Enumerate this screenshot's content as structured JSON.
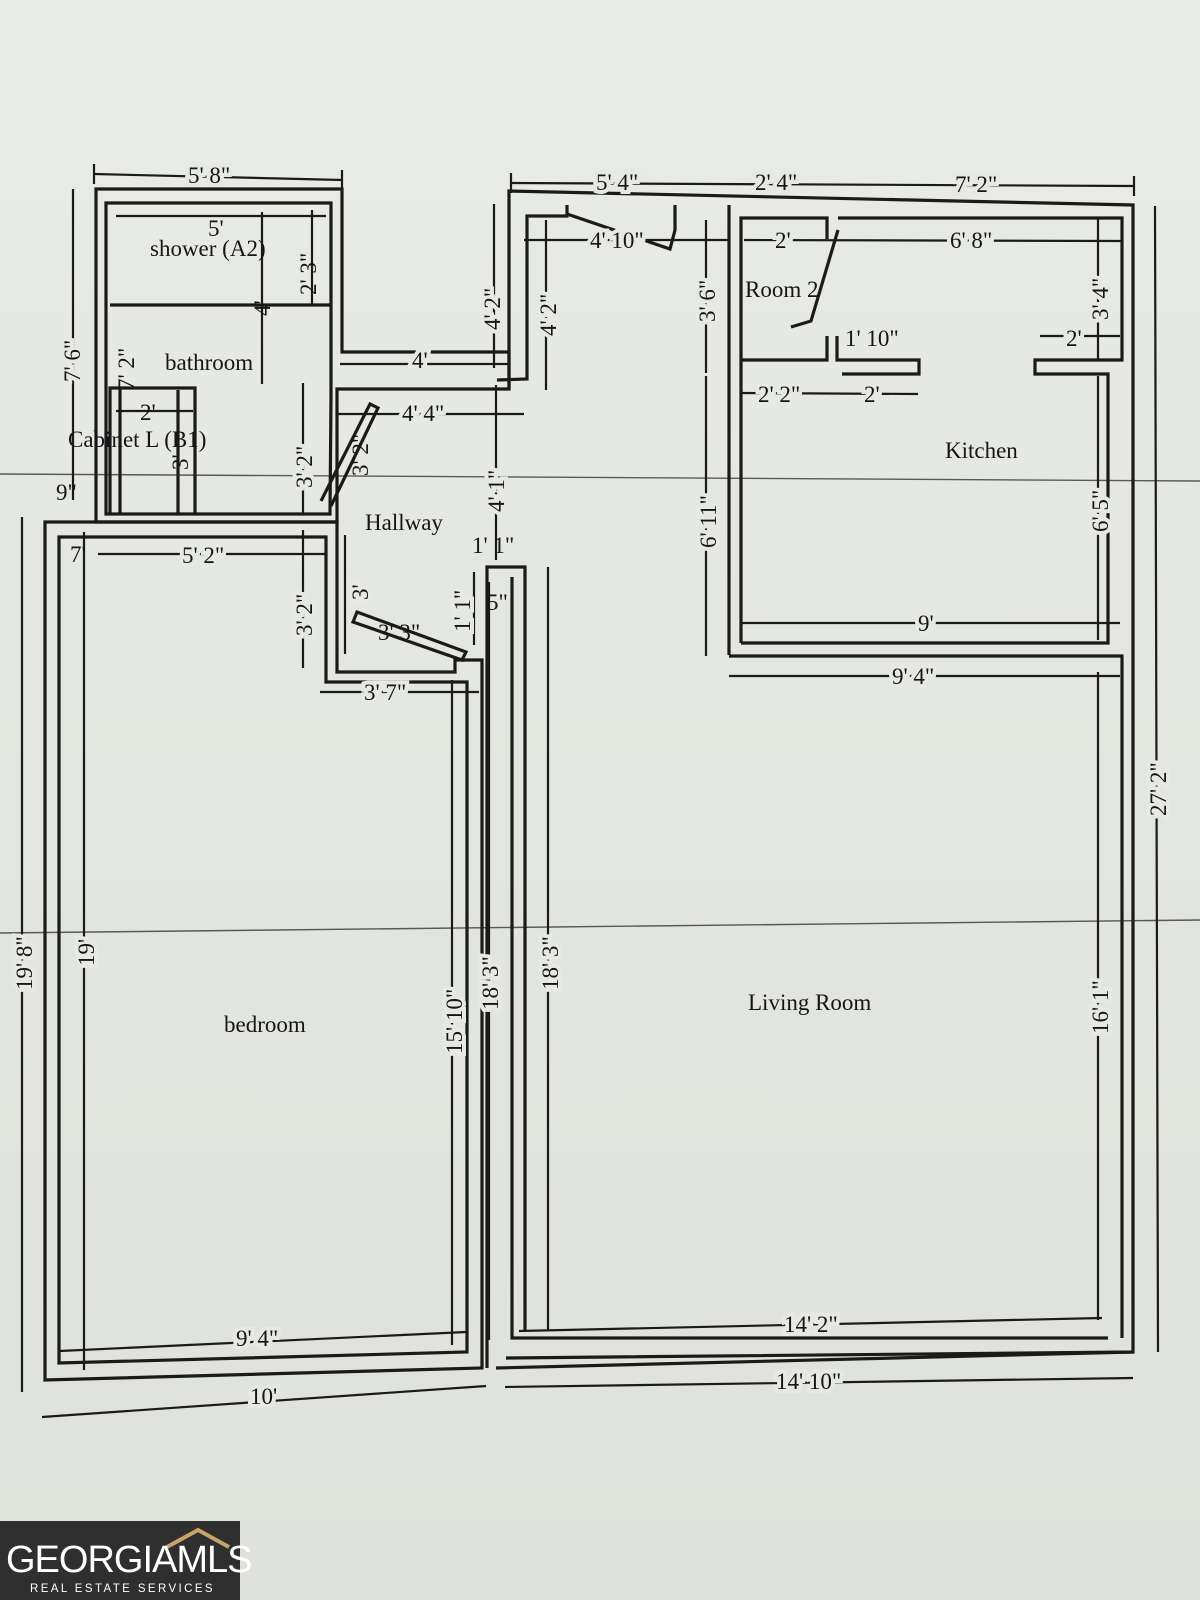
{
  "rooms": {
    "shower": "shower (A2)",
    "bathroom": "bathroom",
    "cabinet": "Cabinet L (B1)",
    "hallway": "Hallway",
    "room2": "Room 2",
    "kitchen": "Kitchen",
    "bedroom": "bedroom",
    "living": "Living Room"
  },
  "dimensions": {
    "bath_top": "5' 8\"",
    "shower_w": "5'",
    "shower_h": "2' 3\"",
    "bath_inner_h": "4'",
    "bath_left_h": "7' 6\"",
    "bath_left_inner": "7' 2\"",
    "cabinet_w": "2'",
    "cabinet_h": "3'",
    "corridor_w": "4'",
    "notch_h_outer": "4' 2\"",
    "notch_h_inner": "4' 2\"",
    "hall_w": "4' 4\"",
    "hall_left_h": "3' 2\"",
    "hall_door": "3' 2\"",
    "hall_h": "4' 1\"",
    "top_a": "5' 4\"",
    "top_b": "2' 4\"",
    "top_c": "7' 2\"",
    "entry_door": "4' 10\"",
    "room2_w": "2'",
    "kitchen_top": "6' 8\"",
    "room2_h": "3' 6\"",
    "right_upper": "3' 4\"",
    "room2_door": "1' 10\"",
    "right_stub": "2'",
    "kitchen_gap_a": "2' 2\"",
    "kitchen_gap_b": "2'",
    "kitchen_left_h": "6' 11\"",
    "kitchen_right_h": "6' 5\"",
    "kitchen_w": "9'",
    "kitchen_outer_w": "9' 4\"",
    "overall_h": "27' 2\"",
    "nine_in": "9\"",
    "seven_in": "7'",
    "bed_top": "5' 2\"",
    "bed_left_stub": "3' 2\"",
    "bed_notch": "3'",
    "bed_door": "3' 3\"",
    "closet_door": "1' 1\"",
    "bed_closet_w": "3' 7\"",
    "wall_thick": "1' 1\"",
    "five_in": "5\"",
    "bed_outer_h": "19' 8\"",
    "bed_inner_h": "19'",
    "bed_right_h": "15' 10\"",
    "center_h": "18' 3\"",
    "living_left_h": "18' 3\"",
    "living_right_h": "16' 1\"",
    "bed_inner_w": "9' 4\"",
    "bed_outer_w": "10'",
    "living_inner_w": "14' 2\"",
    "living_outer_w": "14' 10\""
  },
  "logo": {
    "main": "GEORGIAMLS",
    "sub": "REAL ESTATE SERVICES"
  },
  "colors": {
    "paper": "#e6e8e3",
    "ink": "#1a1a1a",
    "logo_bg": "#2f2f2f"
  }
}
